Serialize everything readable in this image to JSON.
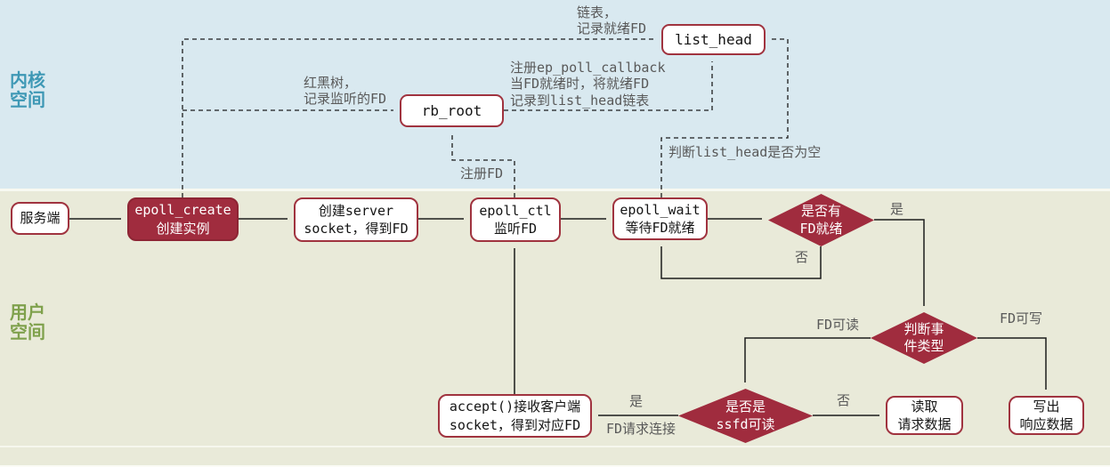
{
  "colors": {
    "kernel_bg": "#d9e9f0",
    "user_bg": "#e9ead9",
    "node_fill": "#a02c3e",
    "node_border": "#a0333f",
    "kernel_label": "#3e98b5",
    "user_label": "#7fa14c",
    "label_text": "#595959",
    "line": "#1c1c1c"
  },
  "regions": {
    "kernel": {
      "label": "内核\n空间"
    },
    "user": {
      "label": "用户\n空间"
    }
  },
  "nodes": {
    "server": {
      "label": "服务端"
    },
    "epoll_create": {
      "label": "epoll_create\n创建实例"
    },
    "create_server_socket": {
      "label": "创建server\nsocket，得到FD"
    },
    "epoll_ctl": {
      "label": "epoll_ctl\n监听FD"
    },
    "epoll_wait": {
      "label": "epoll_wait\n等待FD就绪"
    },
    "rb_root": {
      "label": "rb_root"
    },
    "list_head": {
      "label": "list_head"
    },
    "accept_socket": {
      "label": "accept()接收客户端\nsocket，得到对应FD"
    },
    "read_request": {
      "label": "读取\n请求数据"
    },
    "write_response": {
      "label": "写出\n响应数据"
    },
    "is_fd_ready": {
      "label": "是否有\nFD就绪"
    },
    "judge_event_type": {
      "label": "判断事\n件类型"
    },
    "is_ssfd_readable": {
      "label": "是否是\nssfd可读"
    }
  },
  "edge_labels": {
    "linked_list": "链表，\n记录就绪FD",
    "rb_tree": "红黑树，\n记录监听的FD",
    "register_callback": "注册ep_poll_callback\n当FD就绪时，将就绪FD\n记录到list_head链表",
    "register_fd": "注册FD",
    "check_list_head_empty": "判断list_head是否为空",
    "yes_fd_ready": "是",
    "no_fd_ready": "否",
    "fd_readable": "FD可读",
    "fd_writable": "FD可写",
    "no_ssfd": "否",
    "yes_ssfd": "是",
    "fd_connect_request": "FD请求连接"
  }
}
